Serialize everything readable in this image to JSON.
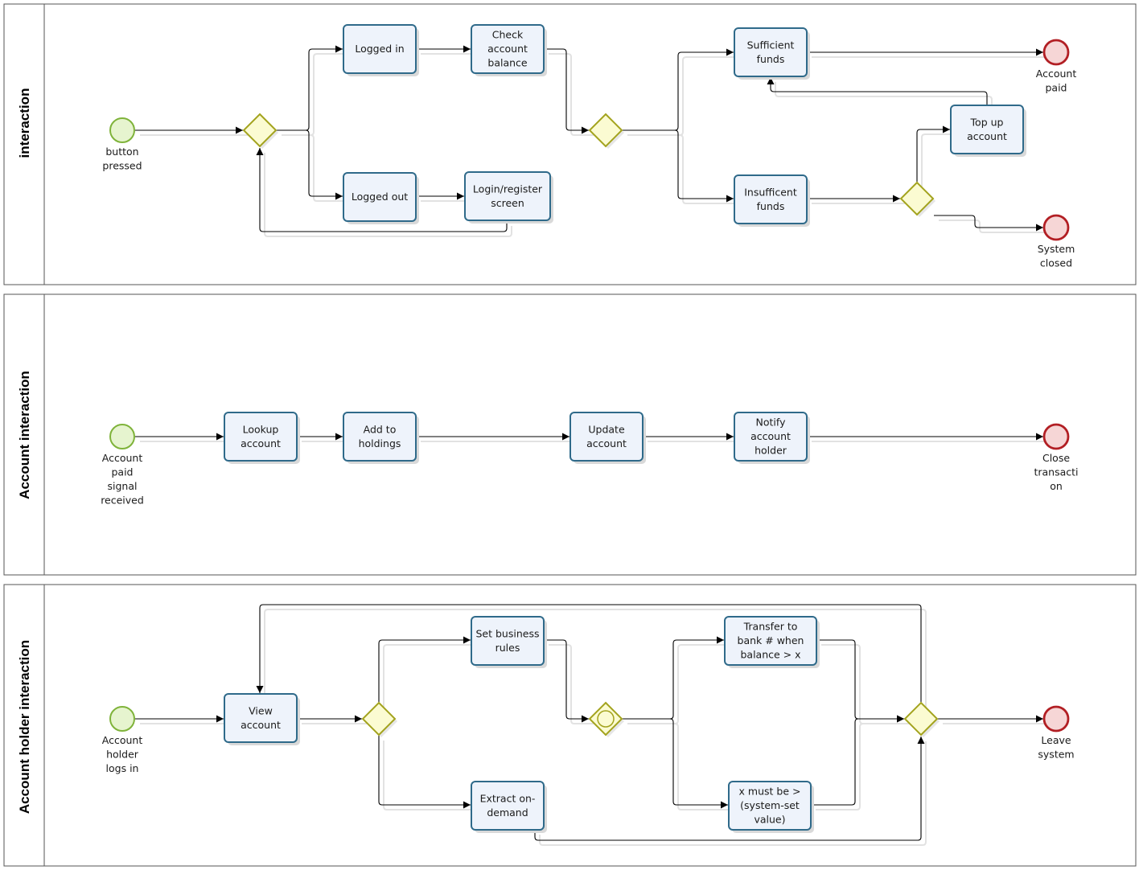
{
  "lanes": [
    {
      "id": "lane1",
      "title": "interaction"
    },
    {
      "id": "lane2",
      "title": "Account interaction"
    },
    {
      "id": "lane3",
      "title": "Account holder interaction"
    }
  ],
  "colors": {
    "task_fill": "#eef3fb",
    "task_border": "#2f6a8a",
    "start_fill": "#e6f4cf",
    "start_border": "#7fb33a",
    "end_fill": "#f6d6d6",
    "end_border": "#b21f24",
    "gateway_fill": "#fbfbd2",
    "gateway_border": "#a3a31e",
    "line": "#000000",
    "shadow": "#d9d9d9"
  },
  "events": [
    {
      "id": "e1",
      "kind": "start",
      "lines": [
        "button",
        "pressed"
      ]
    },
    {
      "id": "e2",
      "kind": "end",
      "lines": [
        "Account",
        "paid"
      ]
    },
    {
      "id": "e3",
      "kind": "end",
      "lines": [
        "System",
        "closed"
      ]
    },
    {
      "id": "e4",
      "kind": "start",
      "lines": [
        "Account",
        "paid",
        "signal",
        "received"
      ]
    },
    {
      "id": "e5",
      "kind": "end",
      "lines": [
        "Close",
        "transacti",
        "on"
      ]
    },
    {
      "id": "e6",
      "kind": "start",
      "lines": [
        "Account",
        "holder",
        "logs in"
      ]
    },
    {
      "id": "e7",
      "kind": "end",
      "lines": [
        "Leave",
        "system"
      ]
    }
  ],
  "tasks": [
    {
      "id": "t1",
      "lines": [
        "Logged in"
      ]
    },
    {
      "id": "t2",
      "lines": [
        "Check",
        "account",
        "balance"
      ]
    },
    {
      "id": "t3",
      "lines": [
        "Logged out"
      ]
    },
    {
      "id": "t4",
      "lines": [
        "Login/register",
        "screen"
      ]
    },
    {
      "id": "t5",
      "lines": [
        "Sufficient",
        "funds"
      ]
    },
    {
      "id": "t6",
      "lines": [
        "Insufficent",
        "funds"
      ]
    },
    {
      "id": "t7",
      "lines": [
        "Top up",
        "account"
      ]
    },
    {
      "id": "t8",
      "lines": [
        "Lookup",
        "account"
      ]
    },
    {
      "id": "t9",
      "lines": [
        "Add to",
        "holdings"
      ]
    },
    {
      "id": "t10",
      "lines": [
        "Update",
        "account"
      ]
    },
    {
      "id": "t11",
      "lines": [
        "Notify",
        "account",
        "holder"
      ]
    },
    {
      "id": "t12",
      "lines": [
        "View",
        "account"
      ]
    },
    {
      "id": "t13",
      "lines": [
        "Set business",
        "rules"
      ]
    },
    {
      "id": "t14",
      "lines": [
        "Extract on-",
        "demand"
      ]
    },
    {
      "id": "t15",
      "lines": [
        "Transfer to",
        "bank # when",
        "balance > x"
      ]
    },
    {
      "id": "t16",
      "lines": [
        "x must be >",
        "(system-set",
        "value)"
      ]
    }
  ],
  "gateways": [
    {
      "id": "g1",
      "kind": "exclusive"
    },
    {
      "id": "g2",
      "kind": "exclusive"
    },
    {
      "id": "g3",
      "kind": "exclusive"
    },
    {
      "id": "g4",
      "kind": "exclusive"
    },
    {
      "id": "g5",
      "kind": "event-based"
    },
    {
      "id": "g6",
      "kind": "exclusive"
    }
  ]
}
